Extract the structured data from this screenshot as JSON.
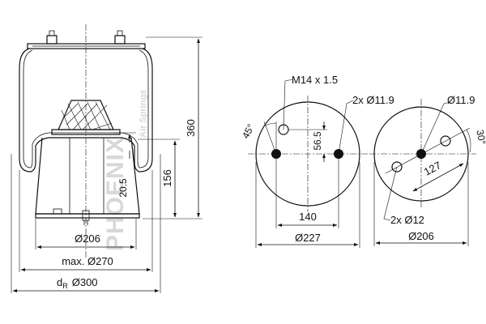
{
  "brand": {
    "name": "PHOENIX",
    "tagline": "Air Springs",
    "watermark_color": "#d8d8d8"
  },
  "side_view": {
    "height_total": "360",
    "height_piston": "156",
    "height_small": "20.5",
    "diam_piston": "Ø206",
    "diam_max": "max. Ø270",
    "diam_dr_prefix": "d",
    "diam_dr_sub": "R",
    "diam_dr_value": "Ø300"
  },
  "top_plate": {
    "thread": "M14 x 1.5",
    "angle": "45°",
    "offset": "56.5",
    "holes": "2x  Ø11.9",
    "spacing": "140",
    "diameter": "Ø227"
  },
  "bottom_plate": {
    "hole_center": "Ø11.9",
    "angle": "30°",
    "spacing": "127",
    "holes": "2x  Ø12",
    "diameter": "Ø206"
  }
}
